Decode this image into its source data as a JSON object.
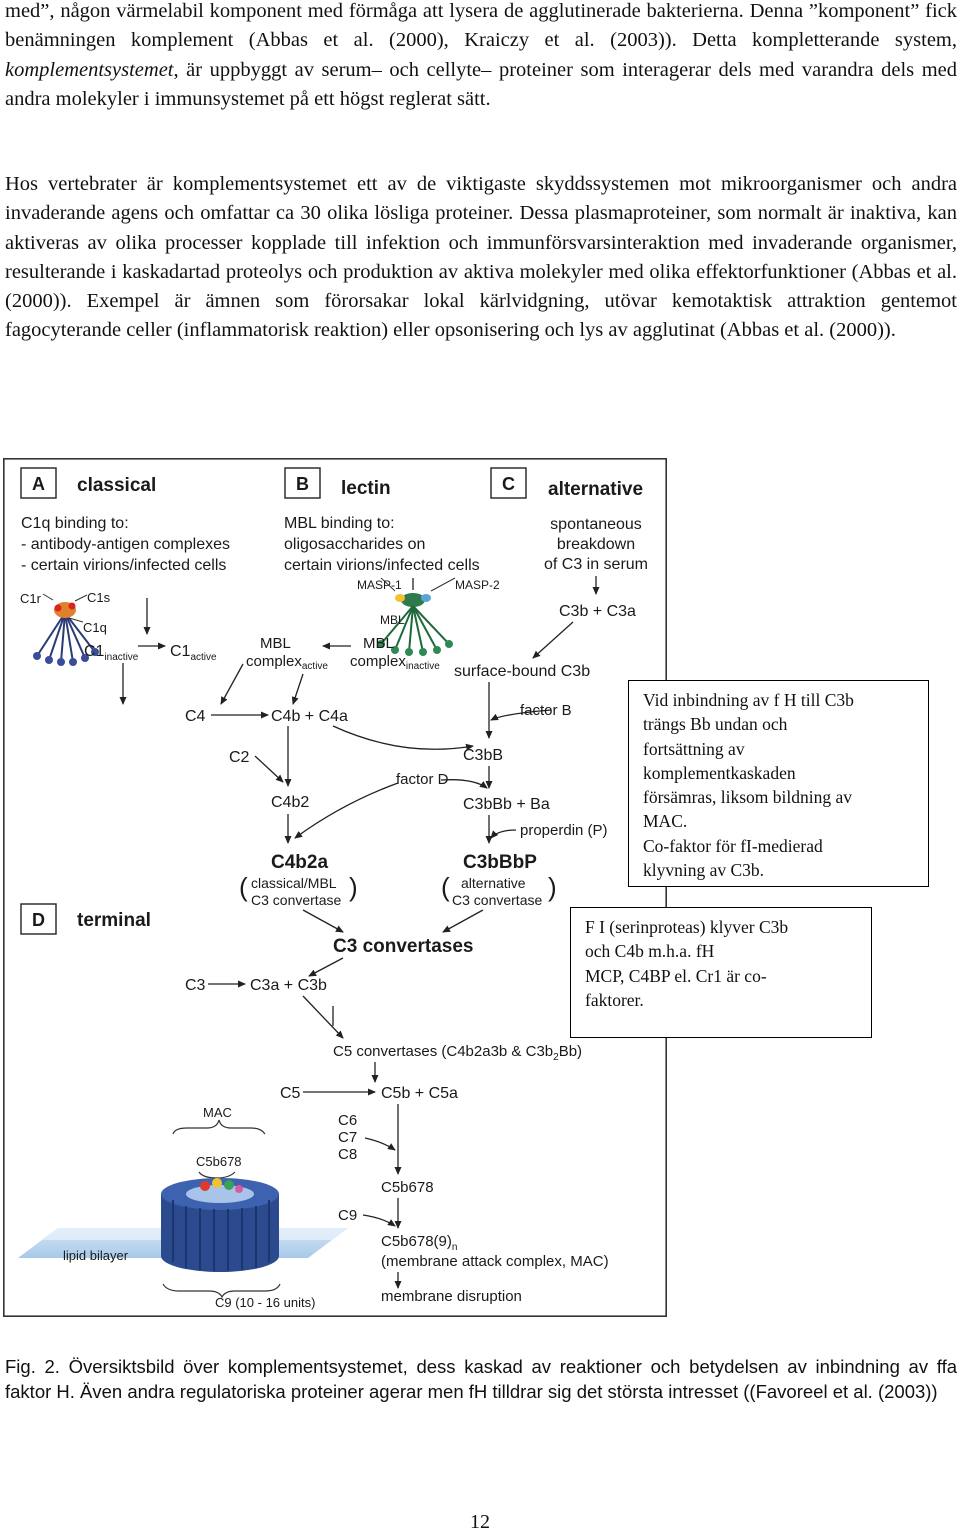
{
  "paragraphs": {
    "p1": {
      "before_italic": "med”, någon värmelabil komponent med förmåga att lysera de agglutinerade bakterierna. Denna ”komponent” fick benämningen komplement (Abbas et al. (2000), Kraiczy et al. (2003)). Detta kompletterande system, ",
      "italic": "komplementsystemet",
      "after_italic": ", är uppbyggt av serum– och cellyte– proteiner som interagerar dels med varandra dels med andra molekyler i immunsystemet på ett högst reglerat sätt."
    },
    "p2": "Hos vertebrater är komplementsystemet ett av de viktigaste skyddssystemen mot mikroorganismer och andra invaderande agens och omfattar ca 30 olika lösliga proteiner. Dessa plasmaproteiner, som normalt är inaktiva, kan aktiveras av olika processer kopplade till infektion och immunförsvarsinteraktion med invaderande organismer, resulterande i kaskadartad proteolys och produktion av aktiva molekyler med olika effektorfunktioner (Abbas et al. (2000)). Exempel är ämnen som förorsakar lokal kärlvidgning, utövar kemotaktisk attraktion gentemot fagocyterande celler (inflammatorisk reaktion) eller opsonisering och lys av agglutinat (Abbas et al. (2000))."
  },
  "figure": {
    "panels": {
      "a": {
        "letter": "A",
        "title": "classical"
      },
      "b": {
        "letter": "B",
        "title": "lectin"
      },
      "c": {
        "letter": "C",
        "title": "alternative"
      },
      "d": {
        "letter": "D",
        "title": "terminal"
      }
    },
    "classical": {
      "desc1": "C1q binding to:",
      "desc2": "- antibody-antigen complexes",
      "desc3": "- certain virions/infected cells",
      "c1r": "C1r",
      "c1s": "C1s",
      "c1q": "C1q",
      "c1_inactive_main": "C1",
      "c1_inactive_sub": "inactive",
      "c1_active_main": "C1",
      "c1_active_sub": "active"
    },
    "lectin": {
      "desc1": "MBL binding to:",
      "desc2": "oligosaccharides on",
      "desc3": "certain virions/infected cells",
      "masp1": "MASP-1",
      "masp2": "MASP-2",
      "mbl": "MBL",
      "mbl_active_1": "MBL",
      "mbl_active_2": "complex",
      "mbl_active_sub": "active",
      "mbl_inactive_1": "MBL",
      "mbl_inactive_2": "complex",
      "mbl_inactive_sub": "inactive"
    },
    "alternative": {
      "desc1": "spontaneous",
      "desc2": "breakdown",
      "desc3": "of C3 in serum",
      "c3b_c3a": "C3b + C3a",
      "surface_c3b": "surface-bound C3b",
      "factor_b": "factor B",
      "c3bb": "C3bB",
      "factor_d": "factor D",
      "c3bbb_ba": "C3bBb + Ba",
      "properdin": "properdin (P)",
      "c3bbbp": "C3bBbP",
      "alt_conv_1": "alternative",
      "alt_conv_2": "C3 convertase"
    },
    "classical_path": {
      "c4": "C4",
      "c4b_c4a": "C4b + C4a",
      "c2": "C2",
      "c4b2": "C4b2",
      "c4b2a": "C4b2a",
      "cl_conv_1": "classical/MBL",
      "cl_conv_2": "C3 convertase"
    },
    "terminal": {
      "c3_convertases": "C3 convertases",
      "c3": "C3",
      "c3a_c3b": "C3a + C3b",
      "c5_conv_main": "C5 convertases (C4b2a3b & C3b",
      "c5_conv_sub": "2",
      "c5_conv_end": "Bb)",
      "c5": "C5",
      "c5b_c5a": "C5b + C5a",
      "c6": "C6",
      "c7": "C7",
      "c8": "C8",
      "c5b678": "C5b678",
      "c9": "C9",
      "c5b6789_main": "C5b678(9)",
      "c5b6789_sub": "n",
      "mac_full": "(membrane attack complex, MAC)",
      "membrane_disruption": "membrane disruption",
      "mac": "MAC",
      "c5b678_label": "C5b678",
      "lipid_bilayer": "lipid bilayer",
      "c9_units": "C9 (10 - 16 units)"
    }
  },
  "notes": {
    "fh": "Vid inbindning av f H till C3b\nträngs Bb undan och\nfortsättning av\nkomplementkaskaden\nförsämras, liksom bildning av\nMAC.\nCo-faktor för fI-medierad\nklyvning av C3b.",
    "fi": "F I (serinproteas)  klyver C3b\noch C4b m.h.a. fH\nMCP, C4BP el. Cr1 är co-\nfaktorer."
  },
  "caption": "Fig. 2. Översiktsbild över komplementsystemet, dess kaskad av reaktioner och betydelsen av inbindning av ffa faktor H. Även andra regulatoriska proteiner agerar men fH tilldrar sig det största intresset ((Favoreel et al. (2003))",
  "page_number": "12"
}
